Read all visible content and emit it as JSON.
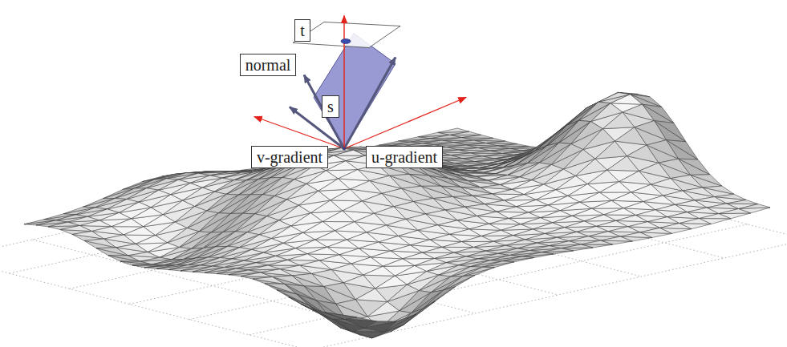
{
  "diagram": {
    "nodes": [
      {
        "text": [
          "t"
        ]
      },
      {
        "text": [
          "normal"
        ]
      },
      {
        "text": [
          "s"
        ]
      },
      {
        "text": [
          "v-gradient"
        ]
      },
      {
        "text": [
          "u-gradient"
        ]
      }
    ]
  }
}
